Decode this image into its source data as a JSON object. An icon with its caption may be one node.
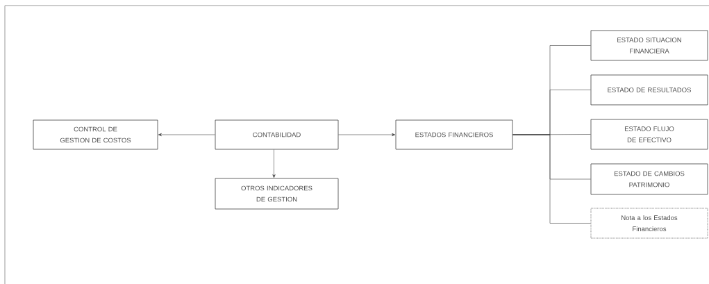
{
  "diagram": {
    "nodes": [
      {
        "text": [
          "CONTABILIDAD"
        ]
      },
      {
        "text": [
          "CONTROL DE GESTION DE COSTOS"
        ]
      },
      {
        "text": [
          "OTROS INDICADORES DE GESTION"
        ]
      },
      {
        "text": [
          "ESTADOS FINANCIEROS"
        ]
      },
      {
        "text": [
          "ESTADO SITUACION FINANCIERA"
        ]
      },
      {
        "text": [
          "ESTADO DE RESULTADOS"
        ]
      },
      {
        "text": [
          "ESTADO FLUJO DE EFECTIVO"
        ]
      },
      {
        "text": [
          "ESTADO DE CAMBIOS PATRIMONIO"
        ]
      },
      {
        "text": [
          "Nota a los Estados Financieros"
        ]
      }
    ],
    "edges": [
      {
        "from": 0,
        "to": 1,
        "arrow": "to"
      },
      {
        "from": 0,
        "to": 2,
        "arrow": "to"
      },
      {
        "from": 0,
        "to": 3,
        "arrow": "to"
      },
      {
        "from": 3,
        "to": 4,
        "arrow": "none"
      },
      {
        "from": 3,
        "to": 5,
        "arrow": "none"
      },
      {
        "from": 3,
        "to": 6,
        "arrow": "none"
      },
      {
        "from": 3,
        "to": 7,
        "arrow": "none"
      },
      {
        "from": 3,
        "to": 8,
        "arrow": "none"
      }
    ]
  }
}
